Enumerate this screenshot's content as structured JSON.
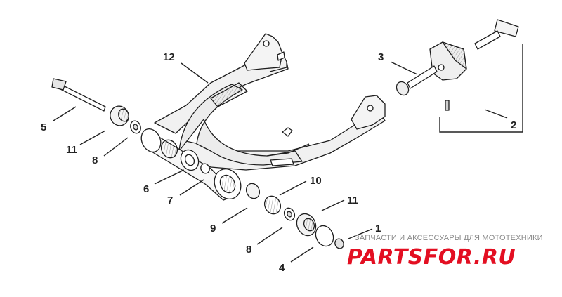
{
  "diagram": {
    "callouts": {
      "c1": "1",
      "c2": "2",
      "c3": "3",
      "c4": "4",
      "c5": "5",
      "c6": "6",
      "c7": "7",
      "c8a": "8",
      "c8b": "8",
      "c9": "9",
      "c10": "10",
      "c11a": "11",
      "c11b": "11",
      "c12": "12"
    }
  },
  "watermark": {
    "tagline": "ЗАПЧАСТИ И АКСЕССУАРЫ ДЛЯ МОТОТЕХНИКИ",
    "logo_text": "PARTSFOR.RU",
    "logo_color": "#e30f22"
  }
}
